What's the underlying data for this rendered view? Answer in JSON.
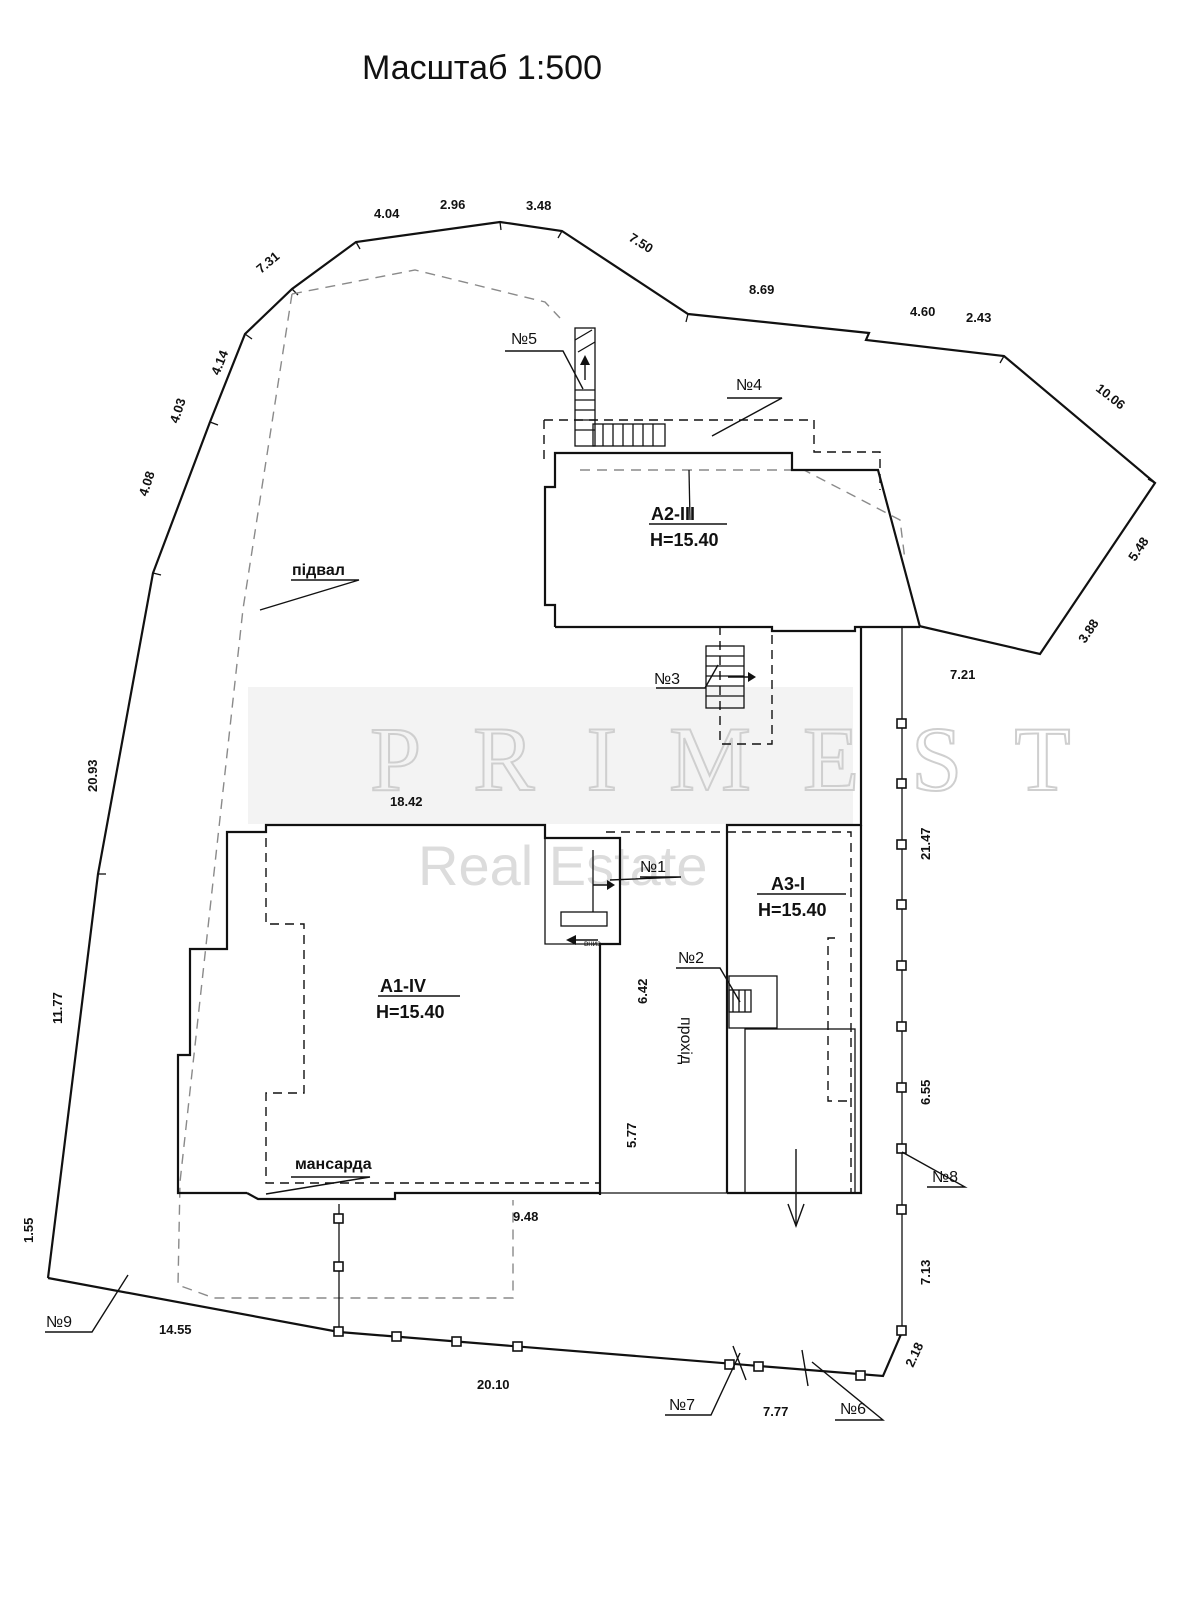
{
  "title": "Масштаб 1:500",
  "watermark": {
    "brand": "PRIMEST",
    "sub": "Real Estate"
  },
  "buildings": {
    "a1": {
      "code": "А1-IV",
      "height": "Н=15.40"
    },
    "a2": {
      "code": "А2-III",
      "height": "Н=15.40"
    },
    "a3": {
      "code": "А3-I",
      "height": "Н=15.40"
    }
  },
  "labels": {
    "basement": "підвал",
    "attic": "мансарда",
    "passage": "прохід",
    "down": "вниз"
  },
  "markers": {
    "n1": "№1",
    "n2": "№2",
    "n3": "№3",
    "n4": "№4",
    "n5": "№5",
    "n6": "№6",
    "n7": "№7",
    "n8": "№8",
    "n9": "№9"
  },
  "dimensions": {
    "d_4_04": "4.04",
    "d_2_96": "2.96",
    "d_3_48": "3.48",
    "d_7_50": "7.50",
    "d_8_69": "8.69",
    "d_4_60": "4.60",
    "d_2_43": "2.43",
    "d_10_06": "10.06",
    "d_5_48": "5.48",
    "d_3_88": "3.88",
    "d_7_21": "7.21",
    "d_21_47": "21.47",
    "d_6_55": "6.55",
    "d_7_13": "7.13",
    "d_2_18": "2.18",
    "d_7_77": "7.77",
    "d_20_10": "20.10",
    "d_14_55": "14.55",
    "d_1_55": "1.55",
    "d_11_77": "11.77",
    "d_20_93": "20.93",
    "d_4_08": "4.08",
    "d_4_03": "4.03",
    "d_4_14": "4.14",
    "d_7_31": "7.31",
    "d_18_42": "18.42",
    "d_9_48": "9.48",
    "d_6_42": "6.42",
    "d_5_77": "5.77"
  },
  "colors": {
    "line": "#111111",
    "dashed_gray": "#8a8a8a",
    "watermark": "#c8c8c8"
  }
}
